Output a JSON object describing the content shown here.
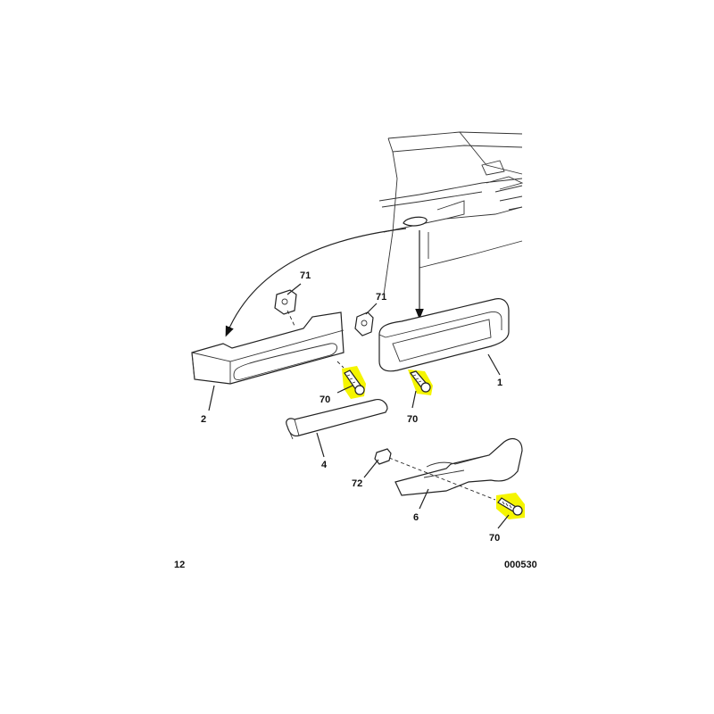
{
  "diagram": {
    "page_number": "12",
    "figure_code": "000530",
    "highlight_color": "#f5f500",
    "callouts": {
      "part_1": "1",
      "part_2": "2",
      "part_4": "4",
      "part_6": "6",
      "clip_71_left": "71",
      "clip_71_right": "71",
      "clip_72": "72",
      "screw_70_a": "70",
      "screw_70_b": "70",
      "screw_70_c": "70"
    }
  }
}
